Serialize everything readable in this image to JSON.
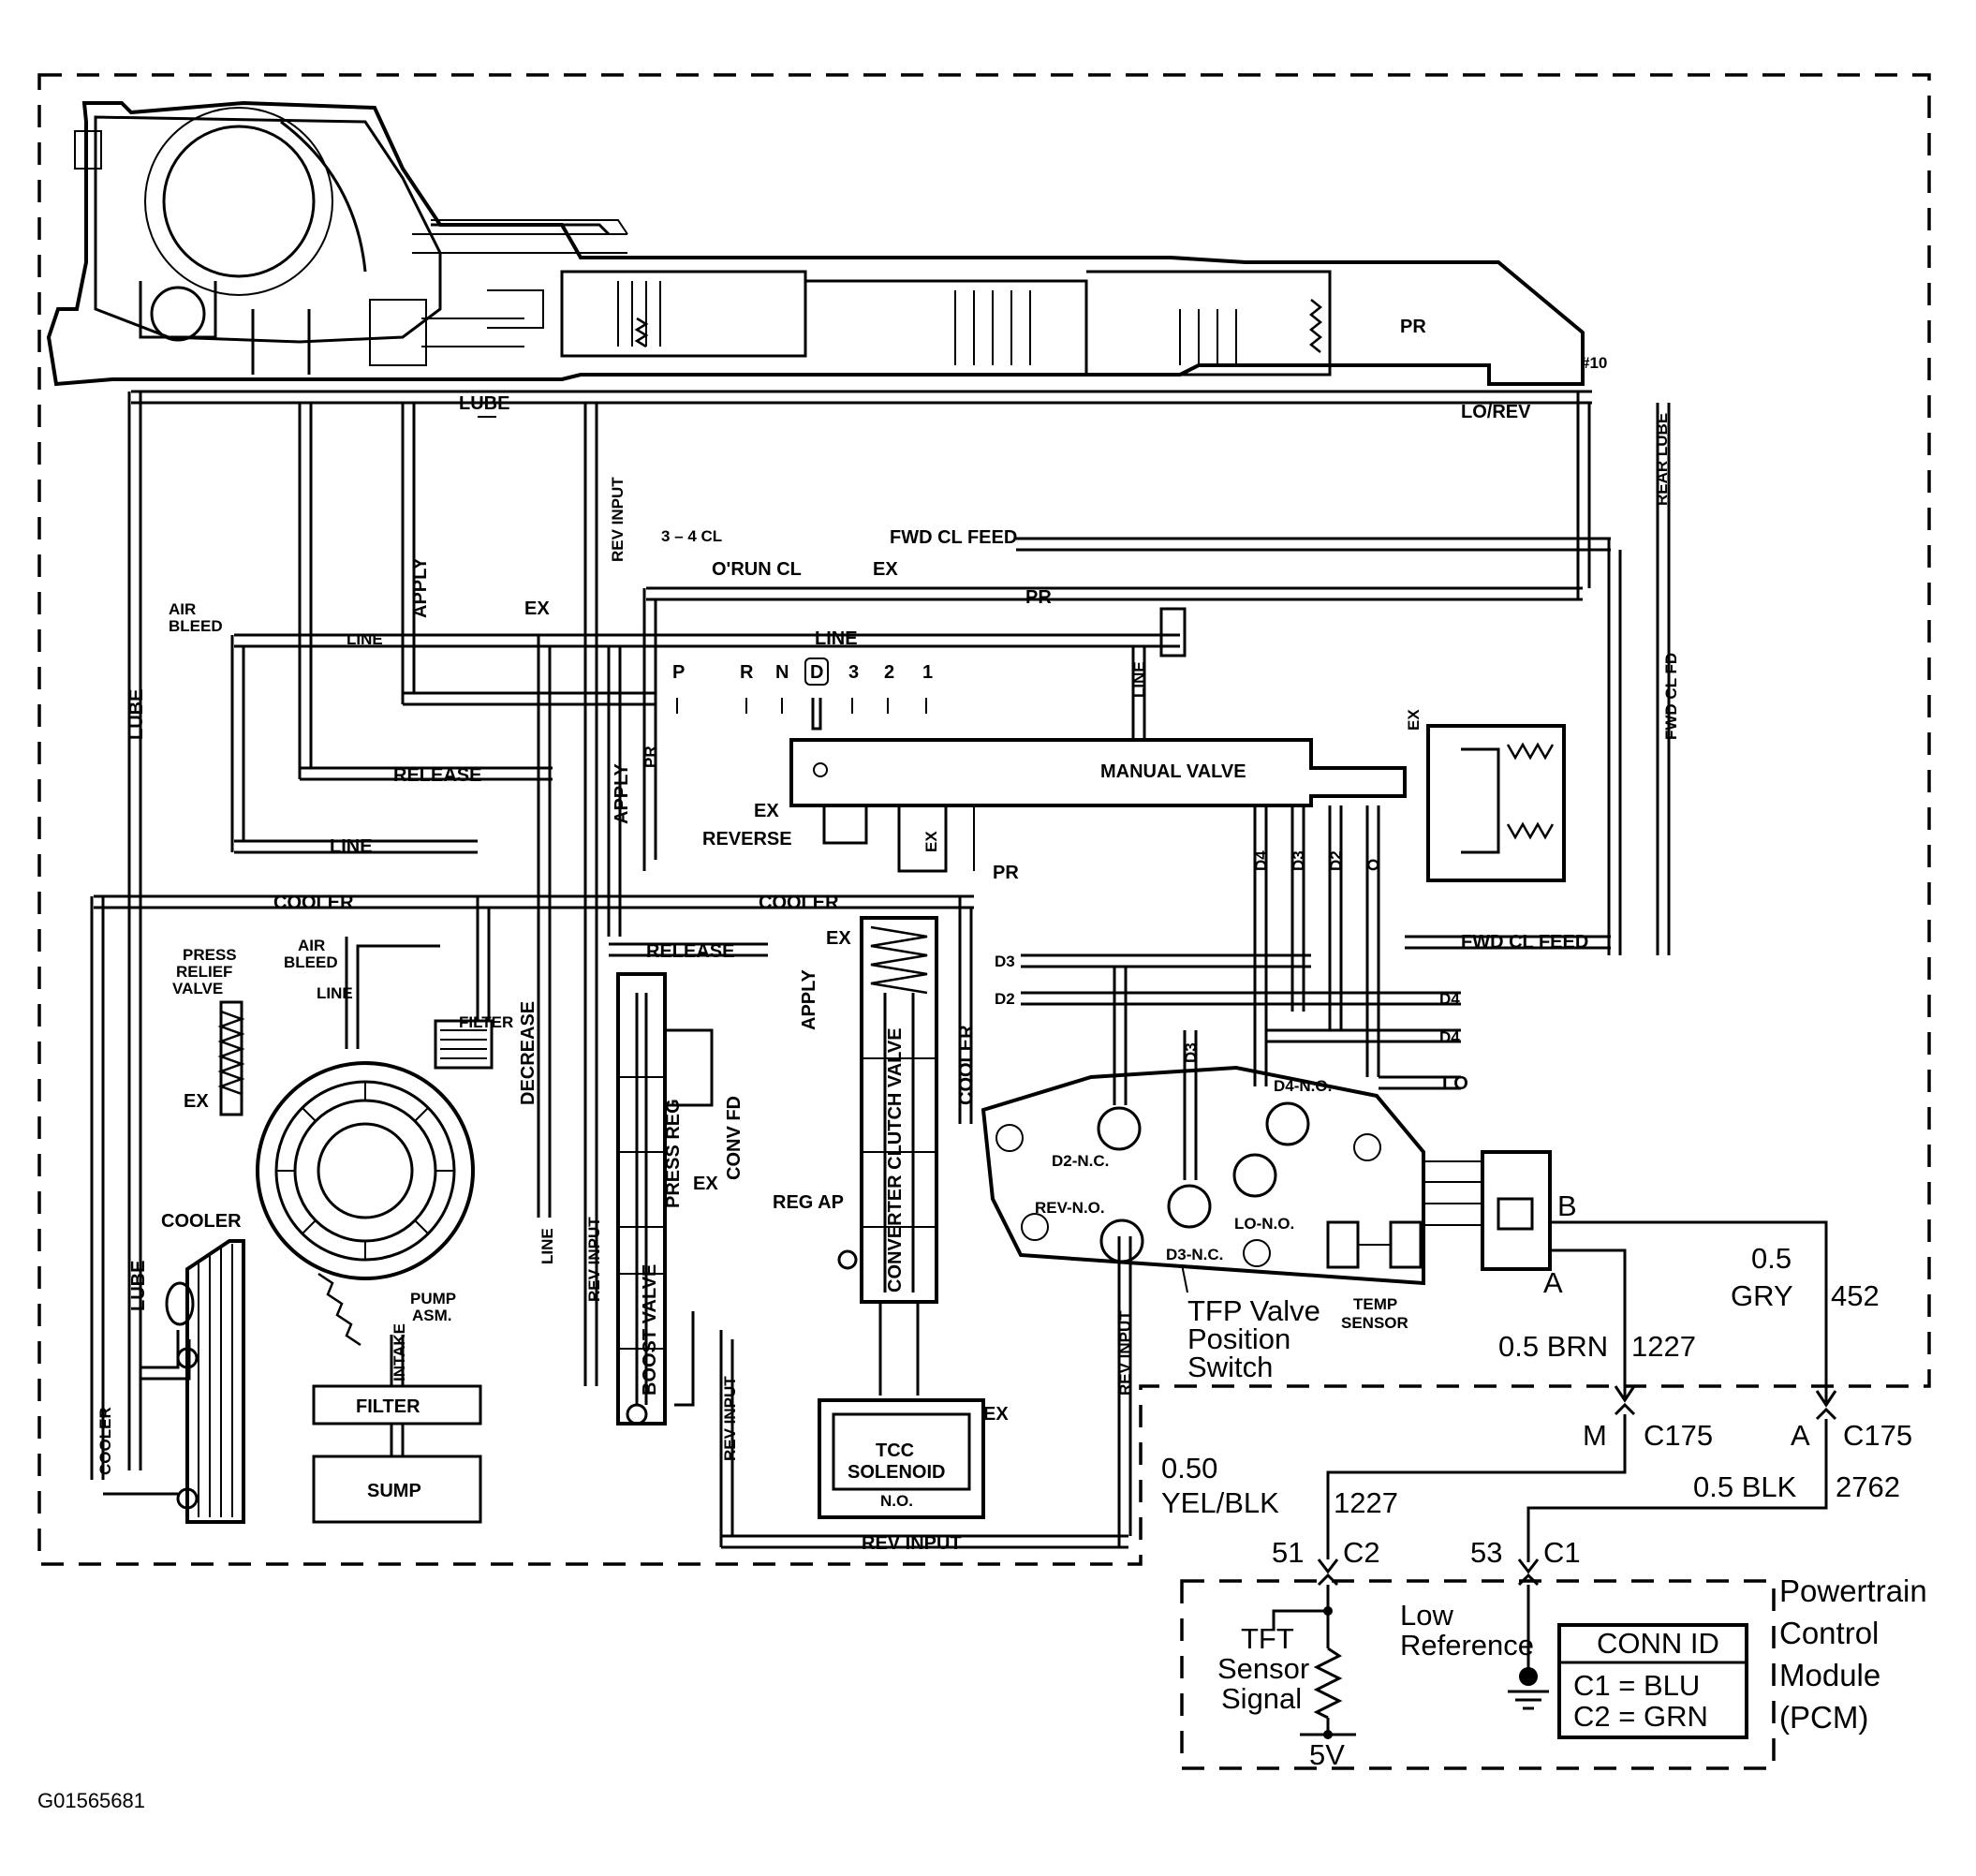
{
  "passages": {
    "lube": "LUBE",
    "apply": "APPLY",
    "rev_input": "REV INPUT",
    "line": "LINE",
    "release": "RELEASE",
    "cooler": "COOLER",
    "pr": "PR",
    "fwd_cl_feed": "FWD CL FEED",
    "fwd_cl_fd": "FWD CL FD",
    "lo_rev": "LO/REV",
    "rear_lube": "REAR LUBE",
    "cl_34": "3 – 4 CL",
    "orun_cl": "O'RUN CL",
    "ex": "EX",
    "air_bleed": "AIR BLEED",
    "press_relief_valve": "PRESS RELIEF VALVE",
    "decrease": "DECREASE",
    "filter": "FILTER",
    "sump": "SUMP",
    "intake": "INTAKE",
    "pump_asm": "PUMP ASM.",
    "conv_fd": "CONV FD",
    "reg_ap": "REG AP",
    "press_reg": "PRESS REG",
    "boost_valve": "BOOST VALVE",
    "converter_clutch_valve": "CONVERTER CLUTCH VALVE",
    "tcc_solenoid": "TCC SOLENOID",
    "no": "N.O.",
    "manual_valve": "MANUAL VALVE",
    "reverse": "REVERSE",
    "d4": "D4",
    "d3": "D3",
    "d2": "D2",
    "lo": "LO",
    "num10": "#10"
  },
  "gear_selector": [
    "P",
    "R",
    "N",
    "D",
    "3",
    "2",
    "1"
  ],
  "tfp_switch": {
    "d2_nc": "D2-N.C.",
    "rev_no": "REV-N.O.",
    "d3_nc": "D3-N.C.",
    "lo_no": "LO-N.O.",
    "d4_no": "D4-N.O.",
    "tfp_label_1": "TFP Valve",
    "tfp_label_2": "Position",
    "tfp_label_3": "Switch",
    "temp_sensor_1": "TEMP",
    "temp_sensor_2": "SENSOR",
    "pin_b": "B",
    "pin_a": "A"
  },
  "wiring": {
    "brn_wire": "0.5 BRN",
    "brn_circuit": "1227",
    "gry_size": "0.5",
    "gry_wire": "GRY",
    "gry_circuit": "452",
    "conn_m": "M",
    "conn_a": "A",
    "c175_left": "C175",
    "c175_right": "C175",
    "yel_size": "0.50",
    "yel_wire": "YEL/BLK",
    "yel_circuit": "1227",
    "blk_wire": "0.5 BLK",
    "blk_circuit": "2762",
    "pin_51": "51",
    "c2": "C2",
    "pin_53": "53",
    "c1": "C1"
  },
  "pcm": {
    "title_1": "Powertrain",
    "title_2": "Control",
    "title_3": "Module",
    "title_4": "(PCM)",
    "tft_1": "TFT",
    "tft_2": "Sensor",
    "tft_3": "Signal",
    "low_ref_1": "Low",
    "low_ref_2": "Reference",
    "five_v": "5V",
    "conn_id_title": "CONN ID",
    "conn_id_c1": "C1 = BLU",
    "conn_id_c2": "C2 = GRN"
  },
  "figure_id": "G01565681"
}
